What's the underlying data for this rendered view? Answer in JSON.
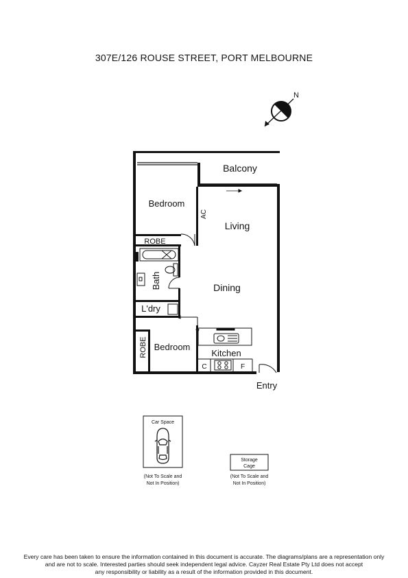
{
  "address": "307E/126 ROUSE STREET, PORT MELBOURNE",
  "north": {
    "label": "N"
  },
  "rooms": {
    "balcony": "Balcony",
    "bedroom1": "Bedroom",
    "ac": "AC",
    "living": "Living",
    "robe1": "ROBE",
    "bath": "Bath",
    "dining": "Dining",
    "laundry": "L'dry",
    "robe2": "ROBE",
    "bedroom2": "Bedroom",
    "kitchen": "Kitchen",
    "cupboard": "C",
    "fridge": "F",
    "entry": "Entry"
  },
  "car_space": {
    "label": "Car Space",
    "note_line1": "(Not To Scale and",
    "note_line2": "Not In Position)"
  },
  "storage": {
    "label_line1": "Storage",
    "label_line2": "Cage",
    "note_line1": "(Not To Scale and",
    "note_line2": "Not In Position)"
  },
  "disclaimer": {
    "line1": "Every care has been taken to ensure the information contained in this document is accurate. The diagrams/plans are a representation only",
    "line2": "and are not to scale. Interested parties should seek independent legal advice. Cayzer Real Estate Pty Ltd does not accept",
    "line3": "any responsibility or liability as a result of the information provided in this document."
  }
}
